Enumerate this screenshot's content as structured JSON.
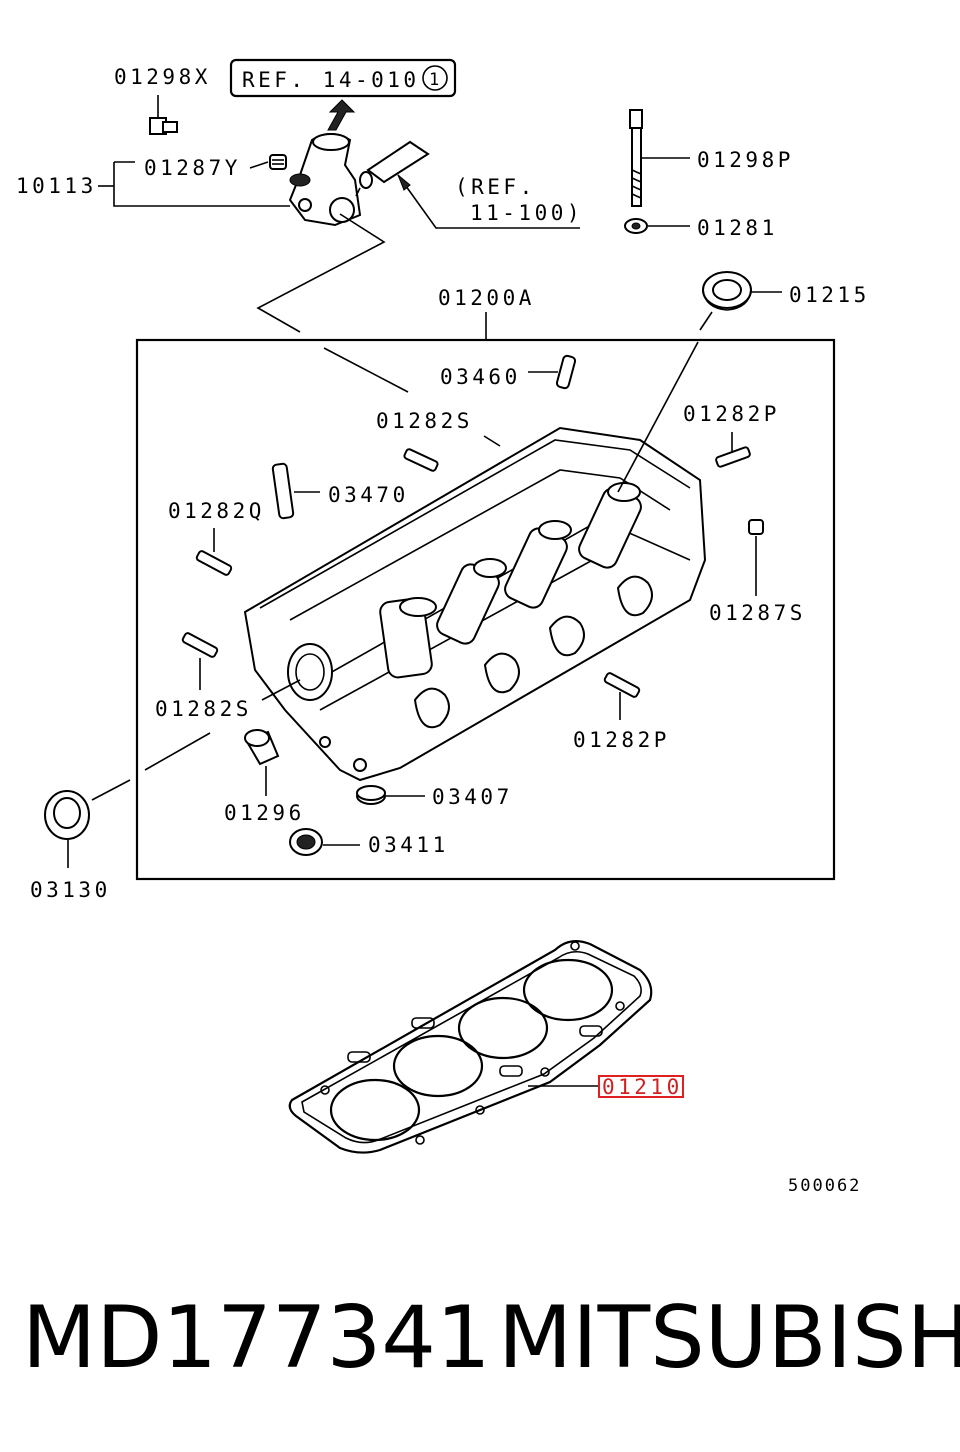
{
  "diagram": {
    "ref_box": {
      "text": "REF. 14-010",
      "circle_number": "1"
    },
    "ref_note": {
      "line1": "(REF.",
      "line2": "11-100)"
    },
    "callouts": {
      "c01298X": "01298X",
      "c01287Y": "01287Y",
      "c10113": "10113",
      "c01298P": "01298P",
      "c01281": "01281",
      "c01215": "01215",
      "c01200A": "01200A",
      "c03460": "03460",
      "c01282S_top": "01282S",
      "c01282P_top": "01282P",
      "c03470": "03470",
      "c01282Q": "01282Q",
      "c01287S": "01287S",
      "c01282S_left": "01282S",
      "c01282P_bottom": "01282P",
      "c03407": "03407",
      "c01296": "01296",
      "c03411": "03411",
      "c03130": "03130",
      "c01210": "01210"
    },
    "highlighted_callout": "01210",
    "highlight_color": "#e02020",
    "figure_code": "500062"
  },
  "caption": {
    "part_number": "MD177341",
    "brand": "MITSUBISHI"
  }
}
